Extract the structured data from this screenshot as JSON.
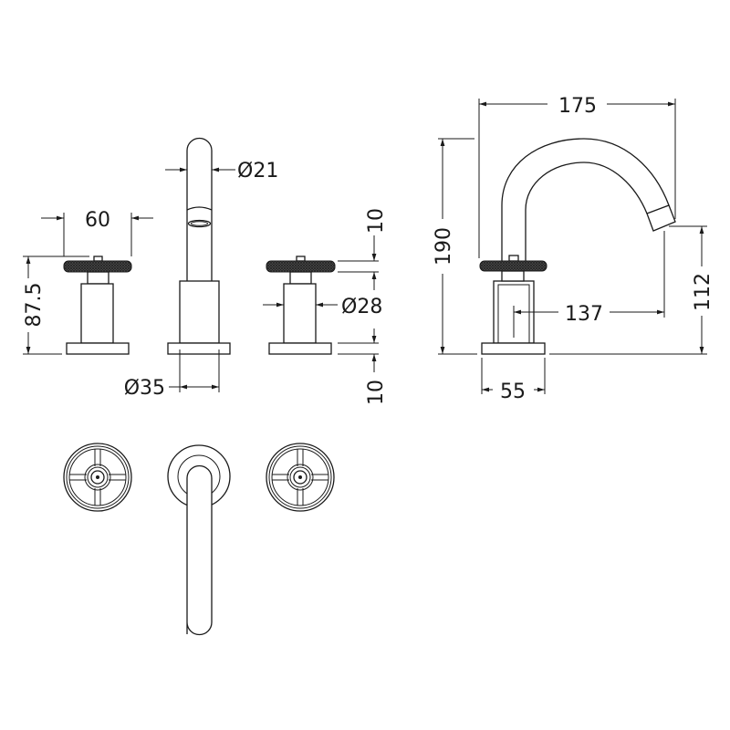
{
  "title": "Three hole basin mixer tap technical drawing",
  "dimensions": {
    "handle_width": "60",
    "handle_height": "87.5",
    "spout_diameter": "Ø21",
    "spout_base_diameter": "Ø35",
    "handle_body_diameter": "Ø28",
    "handle_knurl_height": "10",
    "base_height": "10",
    "overall_reach": "175",
    "overall_height": "190",
    "spout_projection": "137",
    "spout_outlet_height": "112",
    "base_width": "55"
  },
  "colors": {
    "line": "#1a1a1a",
    "background": "#ffffff"
  }
}
